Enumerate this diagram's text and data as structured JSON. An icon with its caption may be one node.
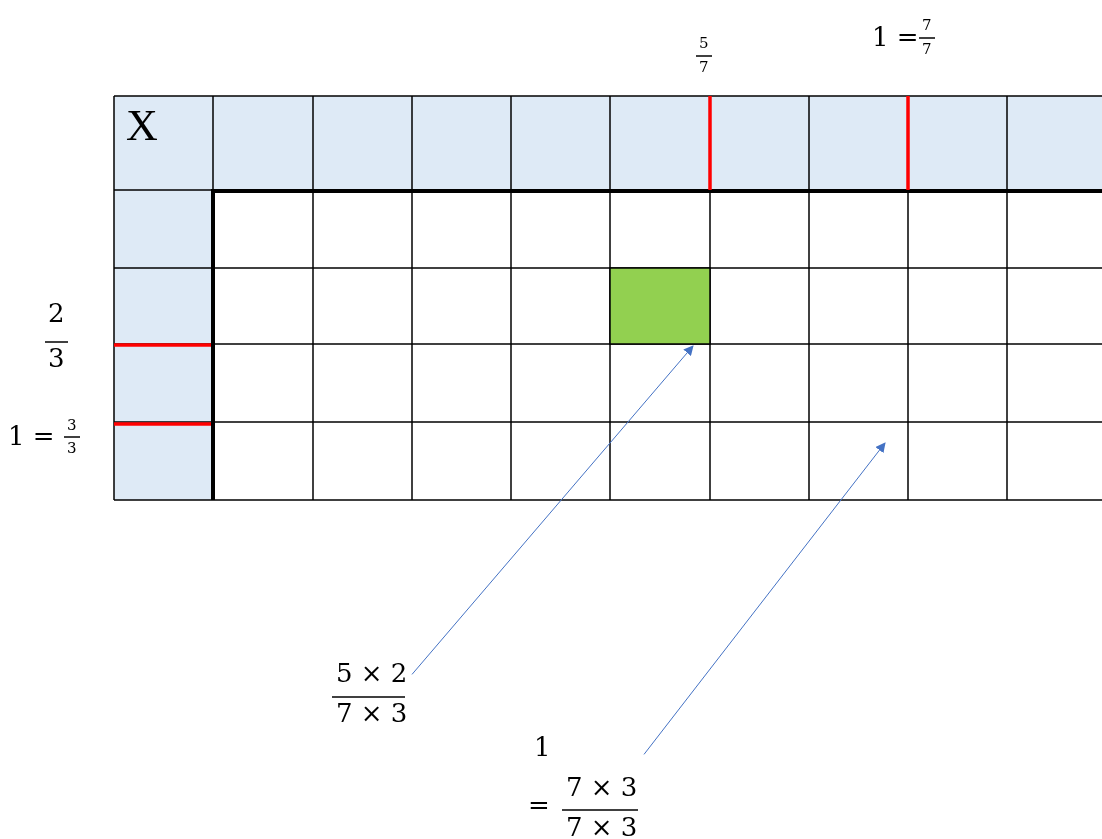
{
  "diagram": {
    "nodes": [
      {
        "text": [],
        "shape": "box"
      },
      {
        "text": [
          "5 × 2",
          "7 × 3"
        ]
      },
      {
        "text": [
          "1",
          "=",
          "7 × 3",
          "7 × 3"
        ]
      }
    ],
    "edges": [
      {
        "from": 1,
        "to": 0,
        "arrow": "to"
      },
      {
        "from": 2,
        "to": null,
        "arrow": "to"
      }
    ],
    "labels": [
      "5",
      "7",
      "1 =",
      "7",
      "7",
      "X",
      "2",
      "3",
      "1 =",
      "3",
      "3"
    ]
  }
}
